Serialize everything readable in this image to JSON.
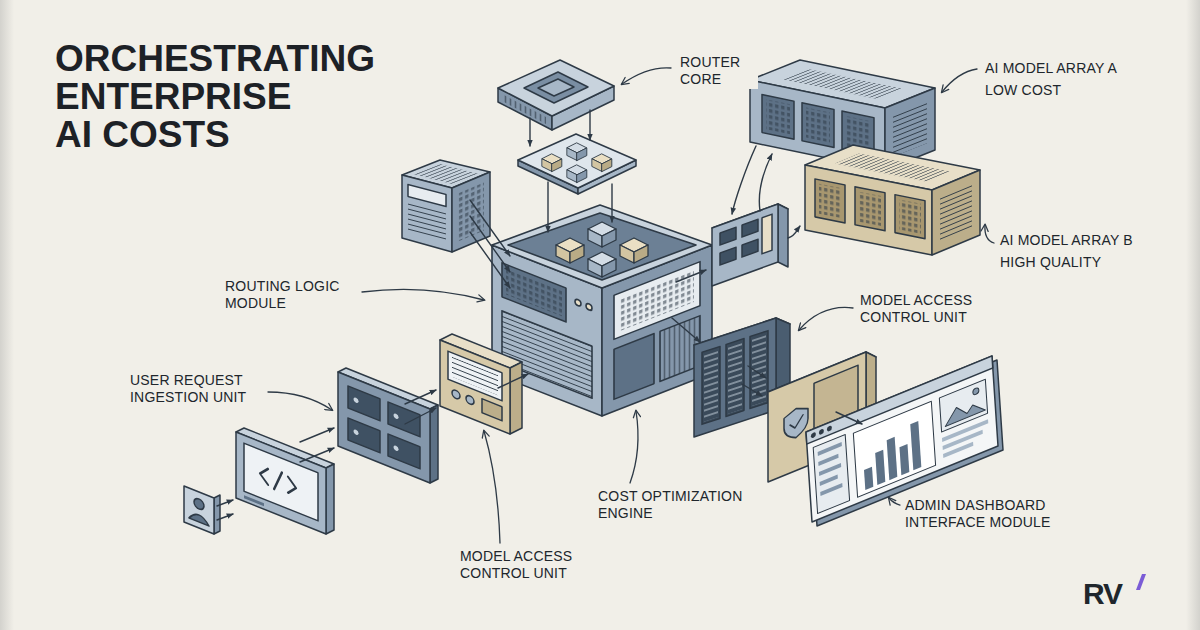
{
  "diagram": {
    "title": "ORCHESTRATING ENTERPRISE AI COSTS",
    "labels": [
      "ROUTER CORE",
      "AI MODEL ARRAY A",
      "LOW COST",
      "AI MODEL ARRAY B",
      "HIGH QUALITY",
      "ROUTING LOGIC MODULE",
      "MODEL ACCESS CONTROL UNIT",
      "USER REQUEST INGESTION UNIT",
      "COST OPTIMIZATION ENGINE",
      "ADMIN DASHBOARD INTERFACE MODULE",
      "MODEL ACCESS CONTROL UNIT",
      "RV"
    ]
  }
}
